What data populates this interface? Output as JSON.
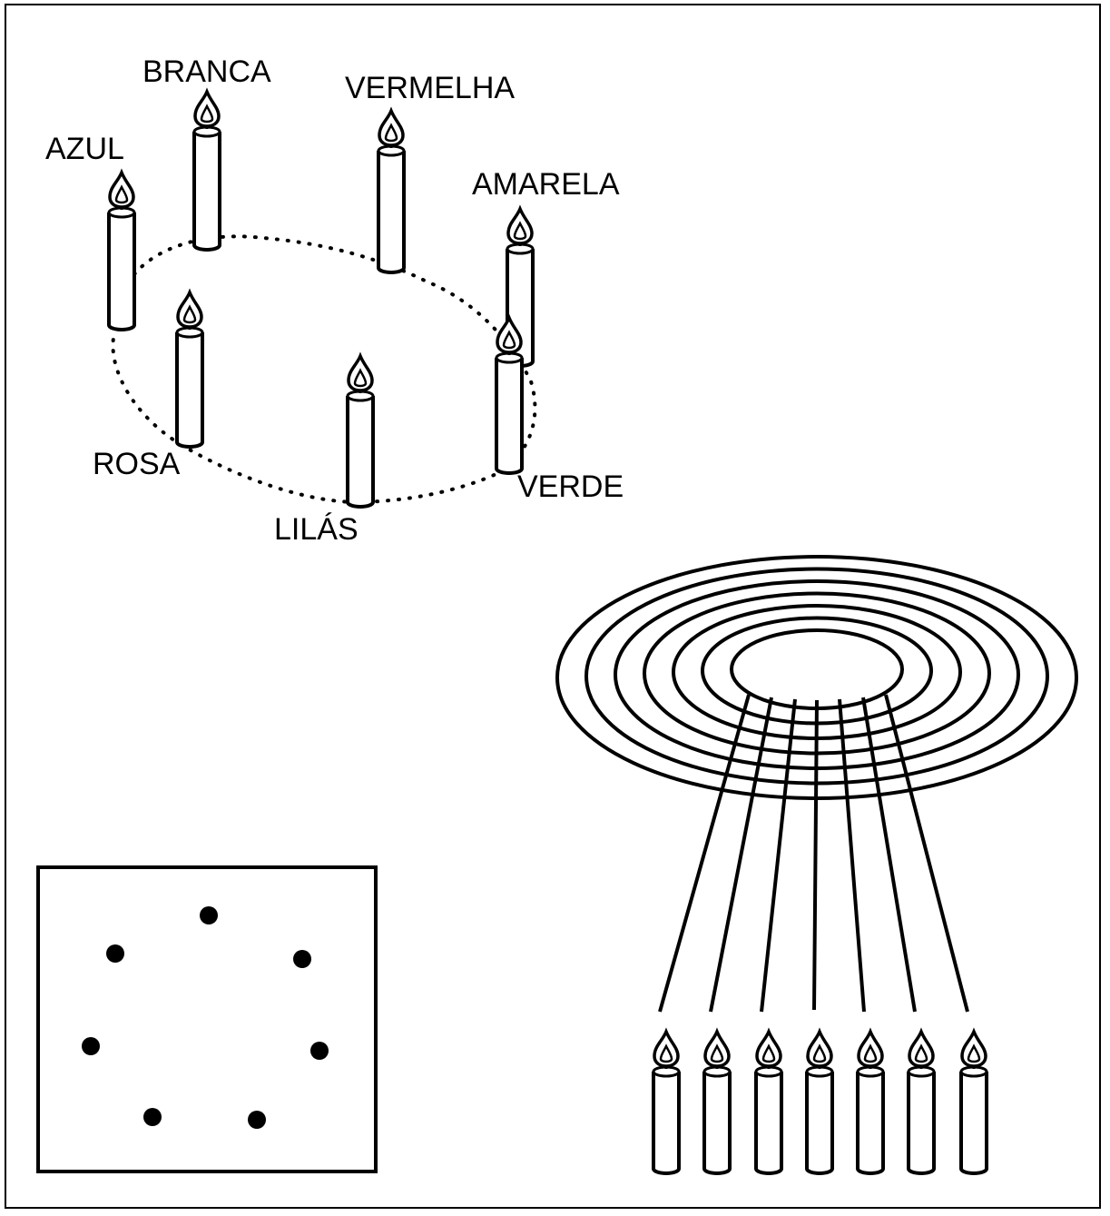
{
  "figure": {
    "candle_labels": {
      "azul": "AZUL",
      "branca": "BRANCA",
      "vermelha": "VERMELHA",
      "amarela": "AMARELA",
      "rosa": "ROSA",
      "lilas": "LILÁS",
      "verde": "VERDE"
    },
    "circle_candle_count": 7,
    "layout_dot_count": 7,
    "concentric_ring_count": 7,
    "ray_count": 7,
    "row_candle_count": 7,
    "line_color": "#000000",
    "background_color": "#ffffff"
  }
}
